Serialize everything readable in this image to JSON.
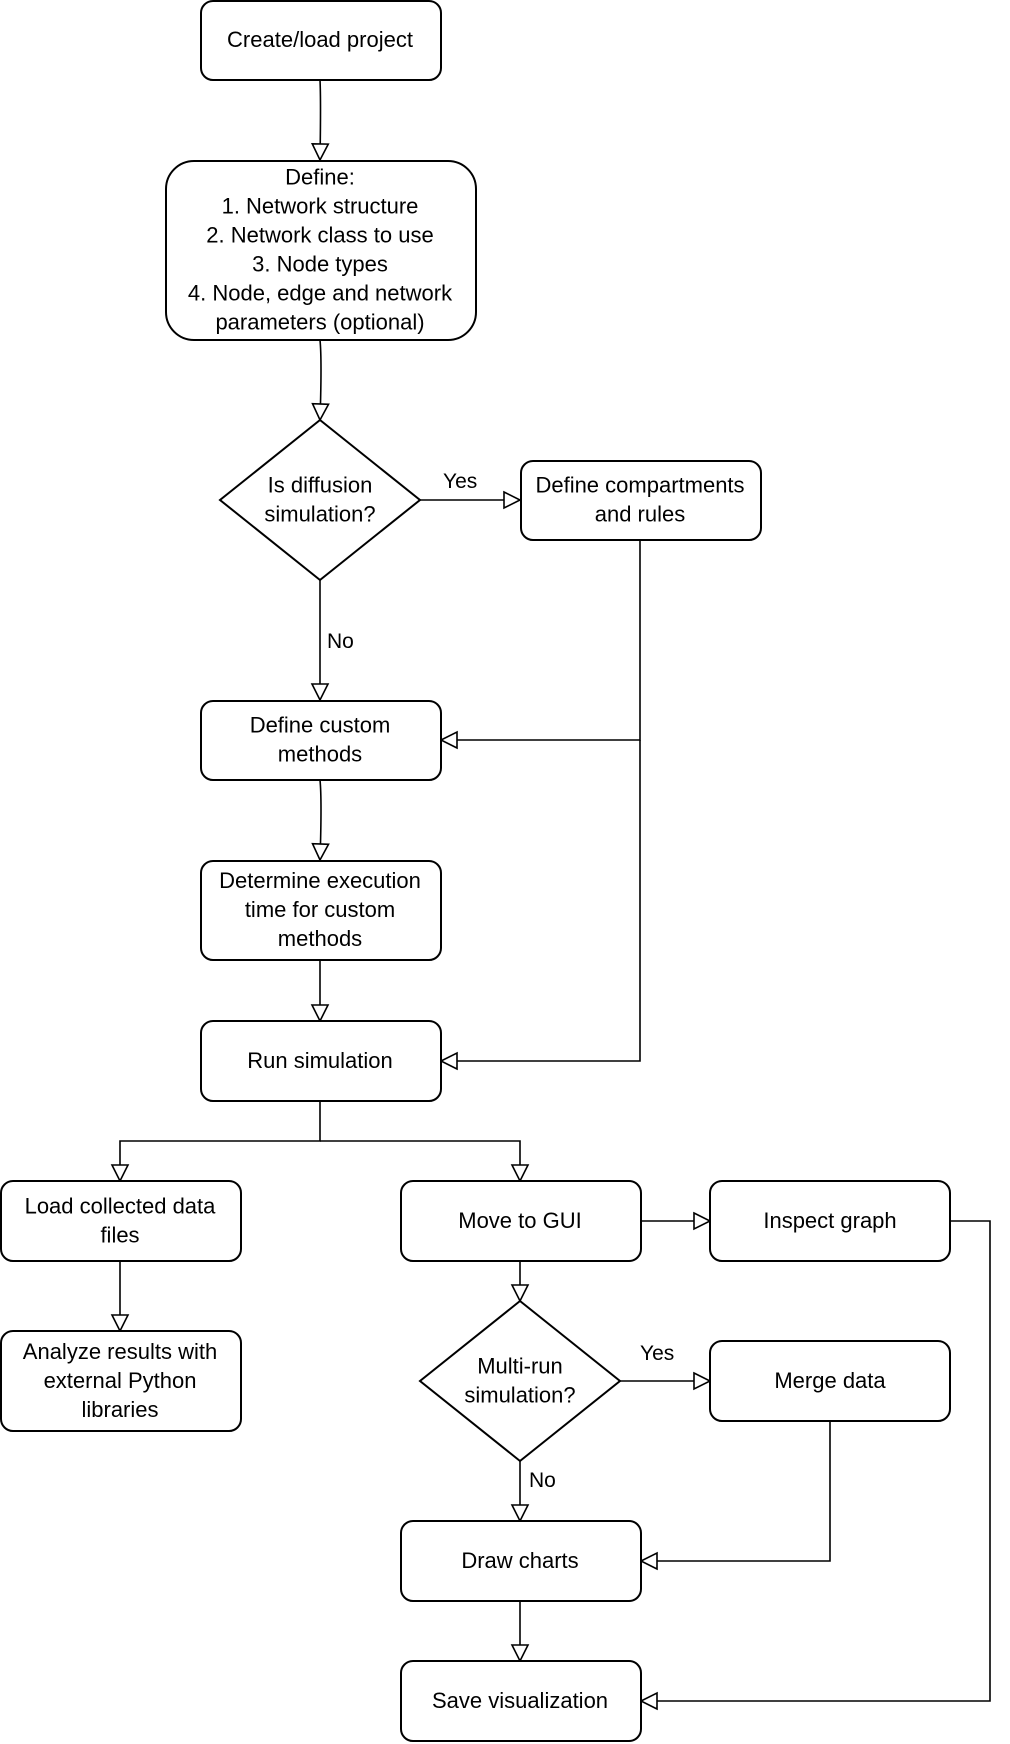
{
  "nodes": {
    "create_load": [
      "Create/load project"
    ],
    "define": [
      "Define:",
      "1. Network structure",
      "2. Network class to use",
      "3. Node types",
      "4. Node, edge and network",
      "parameters (optional)"
    ],
    "is_diffusion": [
      "Is diffusion",
      "simulation?"
    ],
    "compartments": [
      "Define compartments",
      "and rules"
    ],
    "custom_methods": [
      "Define custom",
      "methods"
    ],
    "exec_time": [
      "Determine execution",
      "time for custom",
      "methods"
    ],
    "run_sim": [
      "Run simulation"
    ],
    "load_files": [
      "Load collected data",
      "files"
    ],
    "analyze": [
      "Analyze results with",
      "external Python",
      "libraries"
    ],
    "move_gui": [
      "Move to GUI"
    ],
    "inspect_graph": [
      "Inspect graph"
    ],
    "multi_run": [
      "Multi-run",
      "simulation?"
    ],
    "merge_data": [
      "Merge data"
    ],
    "draw_charts": [
      "Draw charts"
    ],
    "save_vis": [
      "Save visualization"
    ]
  },
  "edge_labels": {
    "diffusion_yes": "Yes",
    "diffusion_no": "No",
    "multirun_yes": "Yes",
    "multirun_no": "No"
  }
}
